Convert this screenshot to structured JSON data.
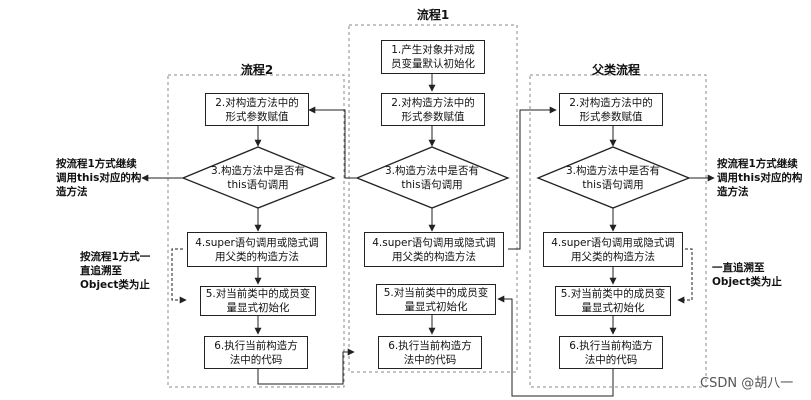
{
  "titles": {
    "flow1": "流程1",
    "flow2": "流程2",
    "parent": "父类流程"
  },
  "flow1": {
    "step1": "1.产生对象并对成员变量默认初始化",
    "step2": "2.对构造方法中的形式参数赋值",
    "step3": "3.构造方法中是否有this语句调用",
    "step4": "4.super语句调用或隐式调用父类的构造方法",
    "step5": "5.对当前类中的成员变量显式初始化",
    "step6": "6.执行当前构造方法中的代码"
  },
  "flow2": {
    "step2": "2.对构造方法中的形式参数赋值",
    "step3": "3.构造方法中是否有this语句调用",
    "step4": "4.super语句调用或隐式调用父类的构造方法",
    "step5": "5.对当前类中的成员变量显式初始化",
    "step6": "6.执行当前构造方法中的代码"
  },
  "parent": {
    "step2": "2.对构造方法中的形式参数赋值",
    "step3": "3.构造方法中是否有this语句调用",
    "step4": "4.super语句调用或隐式调用父类的构造方法",
    "step5": "5.对当前类中的成员变量显式初始化",
    "step6": "6.执行当前构造方法中的代码"
  },
  "notes": {
    "left_this": "按流程1方式继续调用this对应的构造方法",
    "left_super": "按流程1方式一直追溯至Object类为止",
    "right_this": "按流程1方式继续调用this对应的构造方法",
    "right_super": "一直追溯至Object类为止"
  },
  "watermark": "CSDN @胡八一"
}
